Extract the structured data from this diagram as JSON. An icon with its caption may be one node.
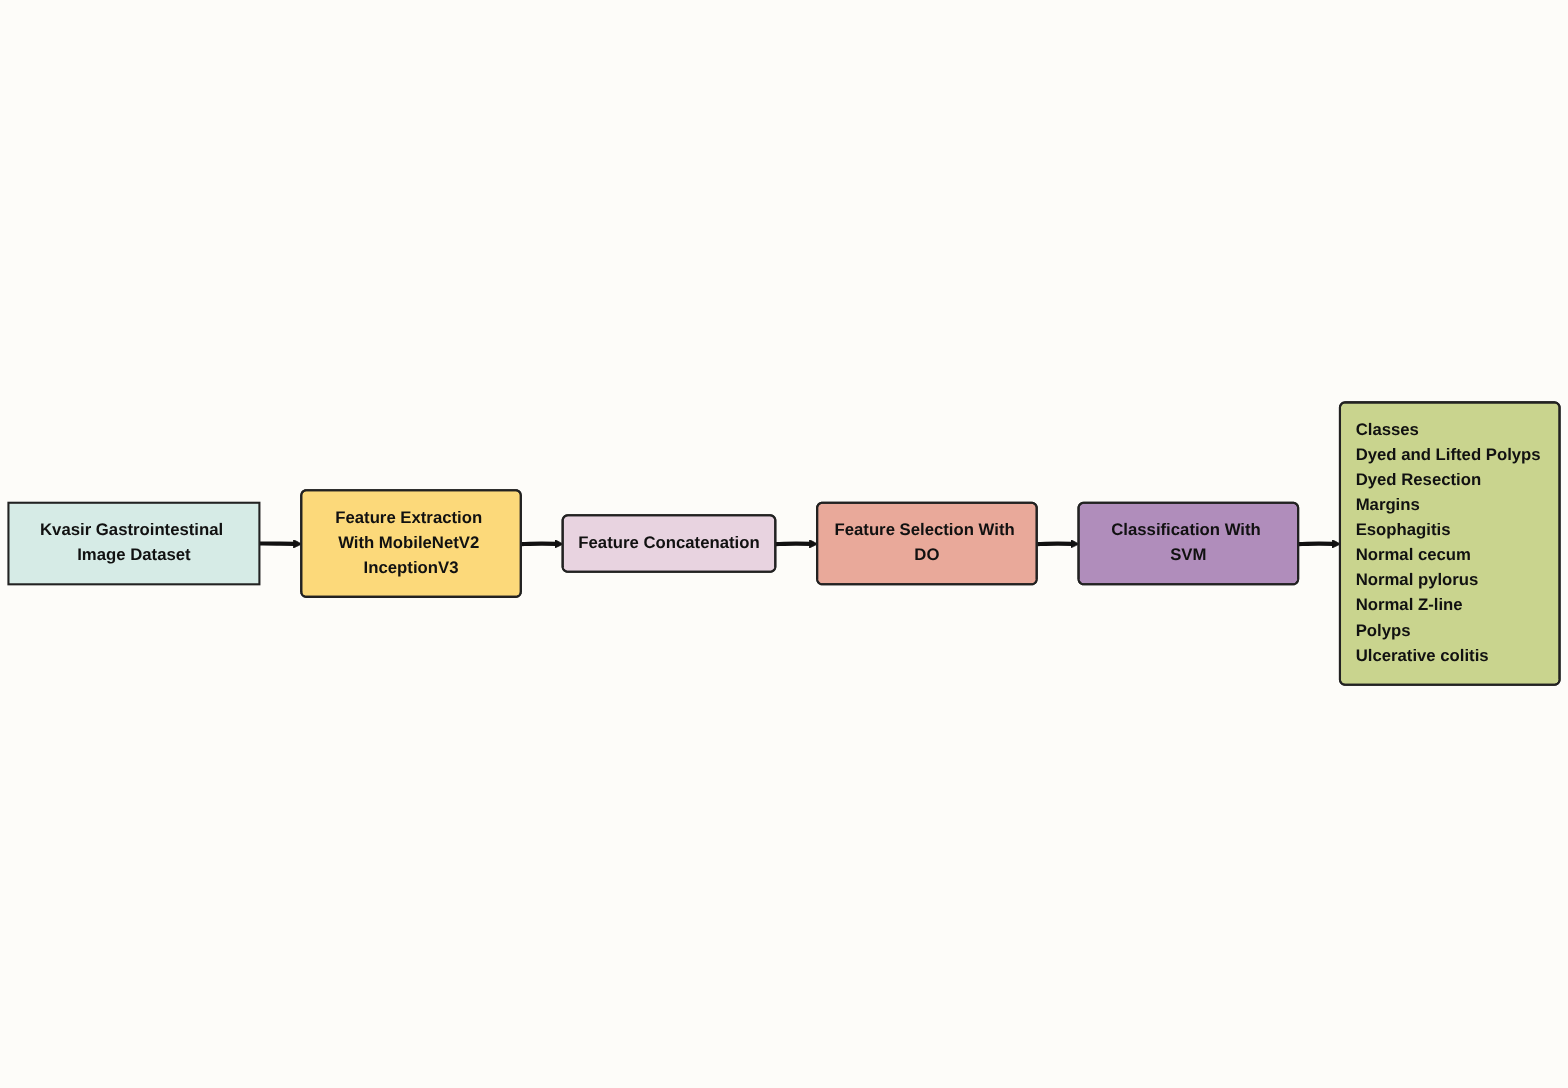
{
  "diagram": {
    "nodes": [
      {
        "text": [
          "Kvasir Gastrointestinal Image Dataset"
        ]
      },
      {
        "text": [
          "Feature Extraction With MobileNetV2 InceptionV3"
        ]
      },
      {
        "text": [
          "Feature Concatenation"
        ]
      },
      {
        "text": [
          "Feature Selection With DO"
        ]
      },
      {
        "text": [
          "Classification With SVM"
        ]
      },
      {
        "text": [
          "Classes",
          "Dyed and Lifted Polyps",
          "Dyed Resection Margins",
          "Esophagitis",
          "Normal cecum",
          "Normal pylorus",
          "Normal Z-line",
          "Polyps",
          "Ulcerative colitis"
        ]
      }
    ],
    "edges": [
      {
        "from": 0,
        "to": 1,
        "arrow": "to"
      },
      {
        "from": 1,
        "to": 2,
        "arrow": "to"
      },
      {
        "from": 2,
        "to": 3,
        "arrow": "to"
      },
      {
        "from": 3,
        "to": 4,
        "arrow": "to"
      },
      {
        "from": 4,
        "to": 5,
        "arrow": "to"
      }
    ]
  }
}
